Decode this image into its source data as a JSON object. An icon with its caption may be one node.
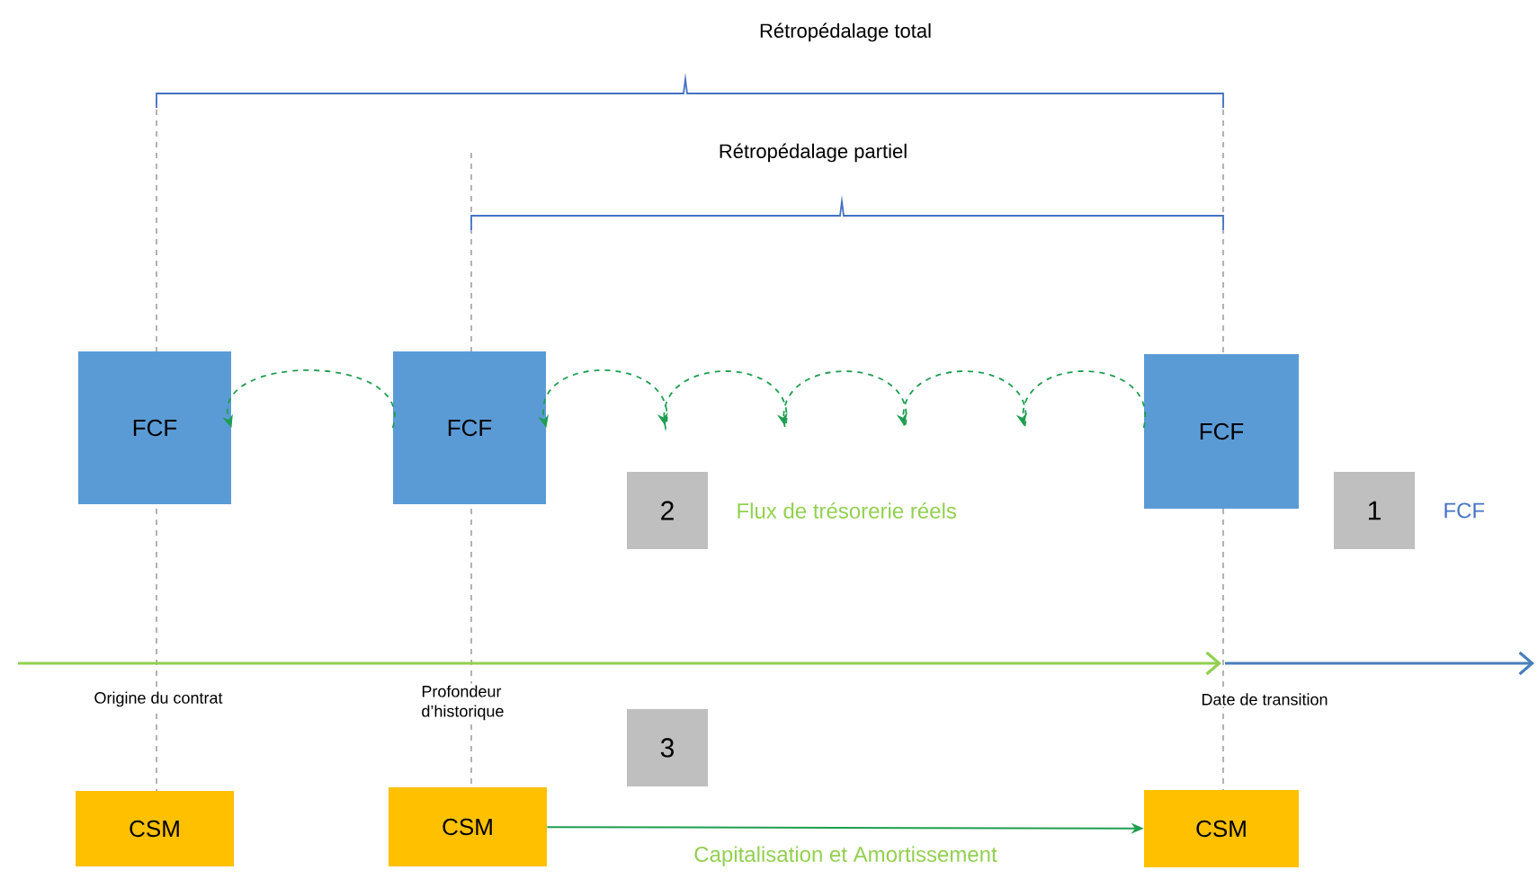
{
  "diagram": {
    "nodes": [
      {
        "text": [
          "FCF"
        ]
      },
      {
        "text": [
          "FCF"
        ]
      },
      {
        "text": [
          "FCF"
        ]
      },
      {
        "text": [
          "2"
        ],
        "beside": [
          "Flux de trésorerie réels"
        ]
      },
      {
        "text": [
          "1"
        ],
        "beside": [
          "FCF"
        ]
      },
      {
        "text": [
          "3"
        ]
      },
      {
        "text": [
          "CSM"
        ]
      },
      {
        "text": [
          "CSM"
        ]
      },
      {
        "text": [
          "CSM"
        ]
      }
    ],
    "edges": [
      {
        "from": 2,
        "to": 1,
        "arrow": "to",
        "style": "dashed"
      },
      {
        "from": 1,
        "to": 0,
        "arrow": "to",
        "style": "dashed"
      },
      {
        "from": 7,
        "to": 8,
        "arrow": "to",
        "label": "Capitalisation et Amortissement"
      }
    ],
    "labels": [
      "Rétropédalage total",
      "Rétropédalage partiel",
      "Origine du contrat",
      "Profondeur d’historique",
      "Date de transition"
    ]
  }
}
